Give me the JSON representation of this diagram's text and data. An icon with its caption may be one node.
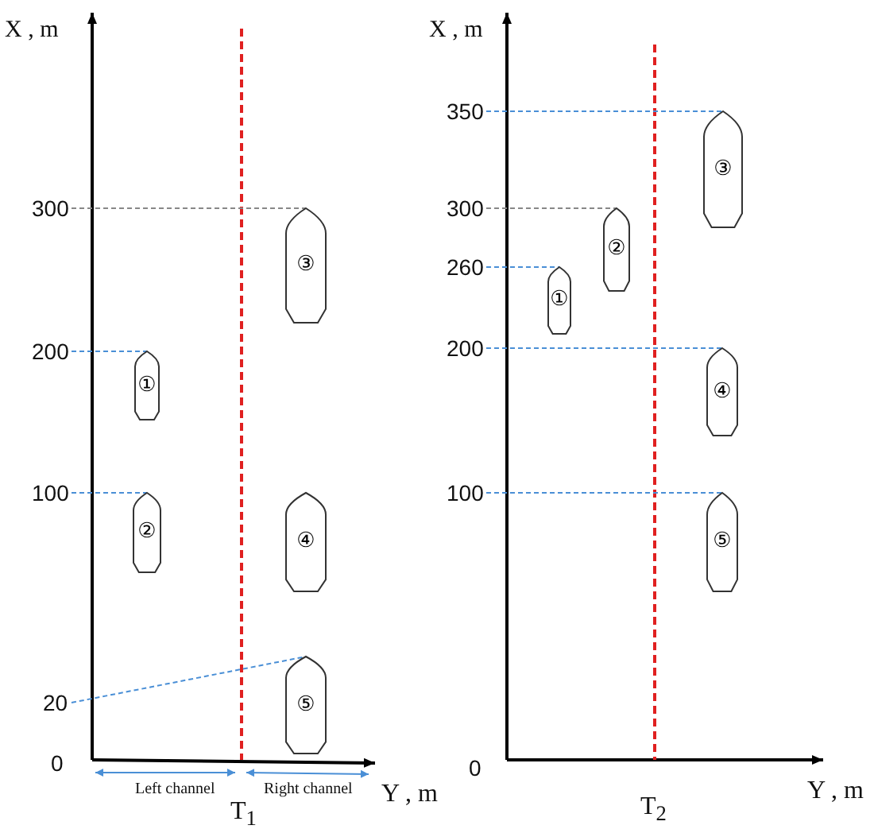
{
  "diagram": {
    "nodes": [
      {
        "text": [
          "①"
        ]
      },
      {
        "text": [
          "②"
        ]
      },
      {
        "text": [
          "③"
        ]
      },
      {
        "text": [
          "④"
        ]
      },
      {
        "text": [
          "⑤"
        ]
      },
      {
        "text": [
          "①"
        ]
      },
      {
        "text": [
          "②"
        ]
      },
      {
        "text": [
          "③"
        ]
      },
      {
        "text": [
          "④"
        ]
      },
      {
        "text": [
          "⑤"
        ]
      },
      {
        "text": [
          "300"
        ]
      },
      {
        "text": [
          "200"
        ]
      },
      {
        "text": [
          "100"
        ]
      },
      {
        "text": [
          "20"
        ]
      },
      {
        "text": [
          "350"
        ]
      },
      {
        "text": [
          "300"
        ]
      },
      {
        "text": [
          "260"
        ]
      },
      {
        "text": [
          "200"
        ]
      },
      {
        "text": [
          "100"
        ]
      }
    ],
    "edges": [
      {
        "from": 10,
        "to": 2,
        "arrow": "none",
        "style": "dashed",
        "color": "#888888"
      },
      {
        "from": 11,
        "to": 0,
        "arrow": "none",
        "style": "dashed"
      },
      {
        "from": 12,
        "to": 1,
        "arrow": "none",
        "style": "dashed"
      },
      {
        "from": 13,
        "to": 4,
        "arrow": "none",
        "style": "dashed"
      },
      {
        "from": 14,
        "to": 7,
        "arrow": "none",
        "style": "dashed"
      },
      {
        "from": 15,
        "to": 6,
        "arrow": "none",
        "style": "dashed",
        "color": "#888888"
      },
      {
        "from": 16,
        "to": 5,
        "arrow": "none",
        "style": "dashed"
      },
      {
        "from": 17,
        "to": 8,
        "arrow": "none",
        "style": "dashed"
      },
      {
        "from": 18,
        "to": 9,
        "arrow": "none",
        "style": "dashed"
      }
    ],
    "labels": [
      "X , m",
      "0",
      "Left channel",
      "Right channel",
      "Y , m",
      "T$_{1}$",
      "X , m",
      "0",
      "Y , m",
      "T$_{2}$"
    ]
  }
}
